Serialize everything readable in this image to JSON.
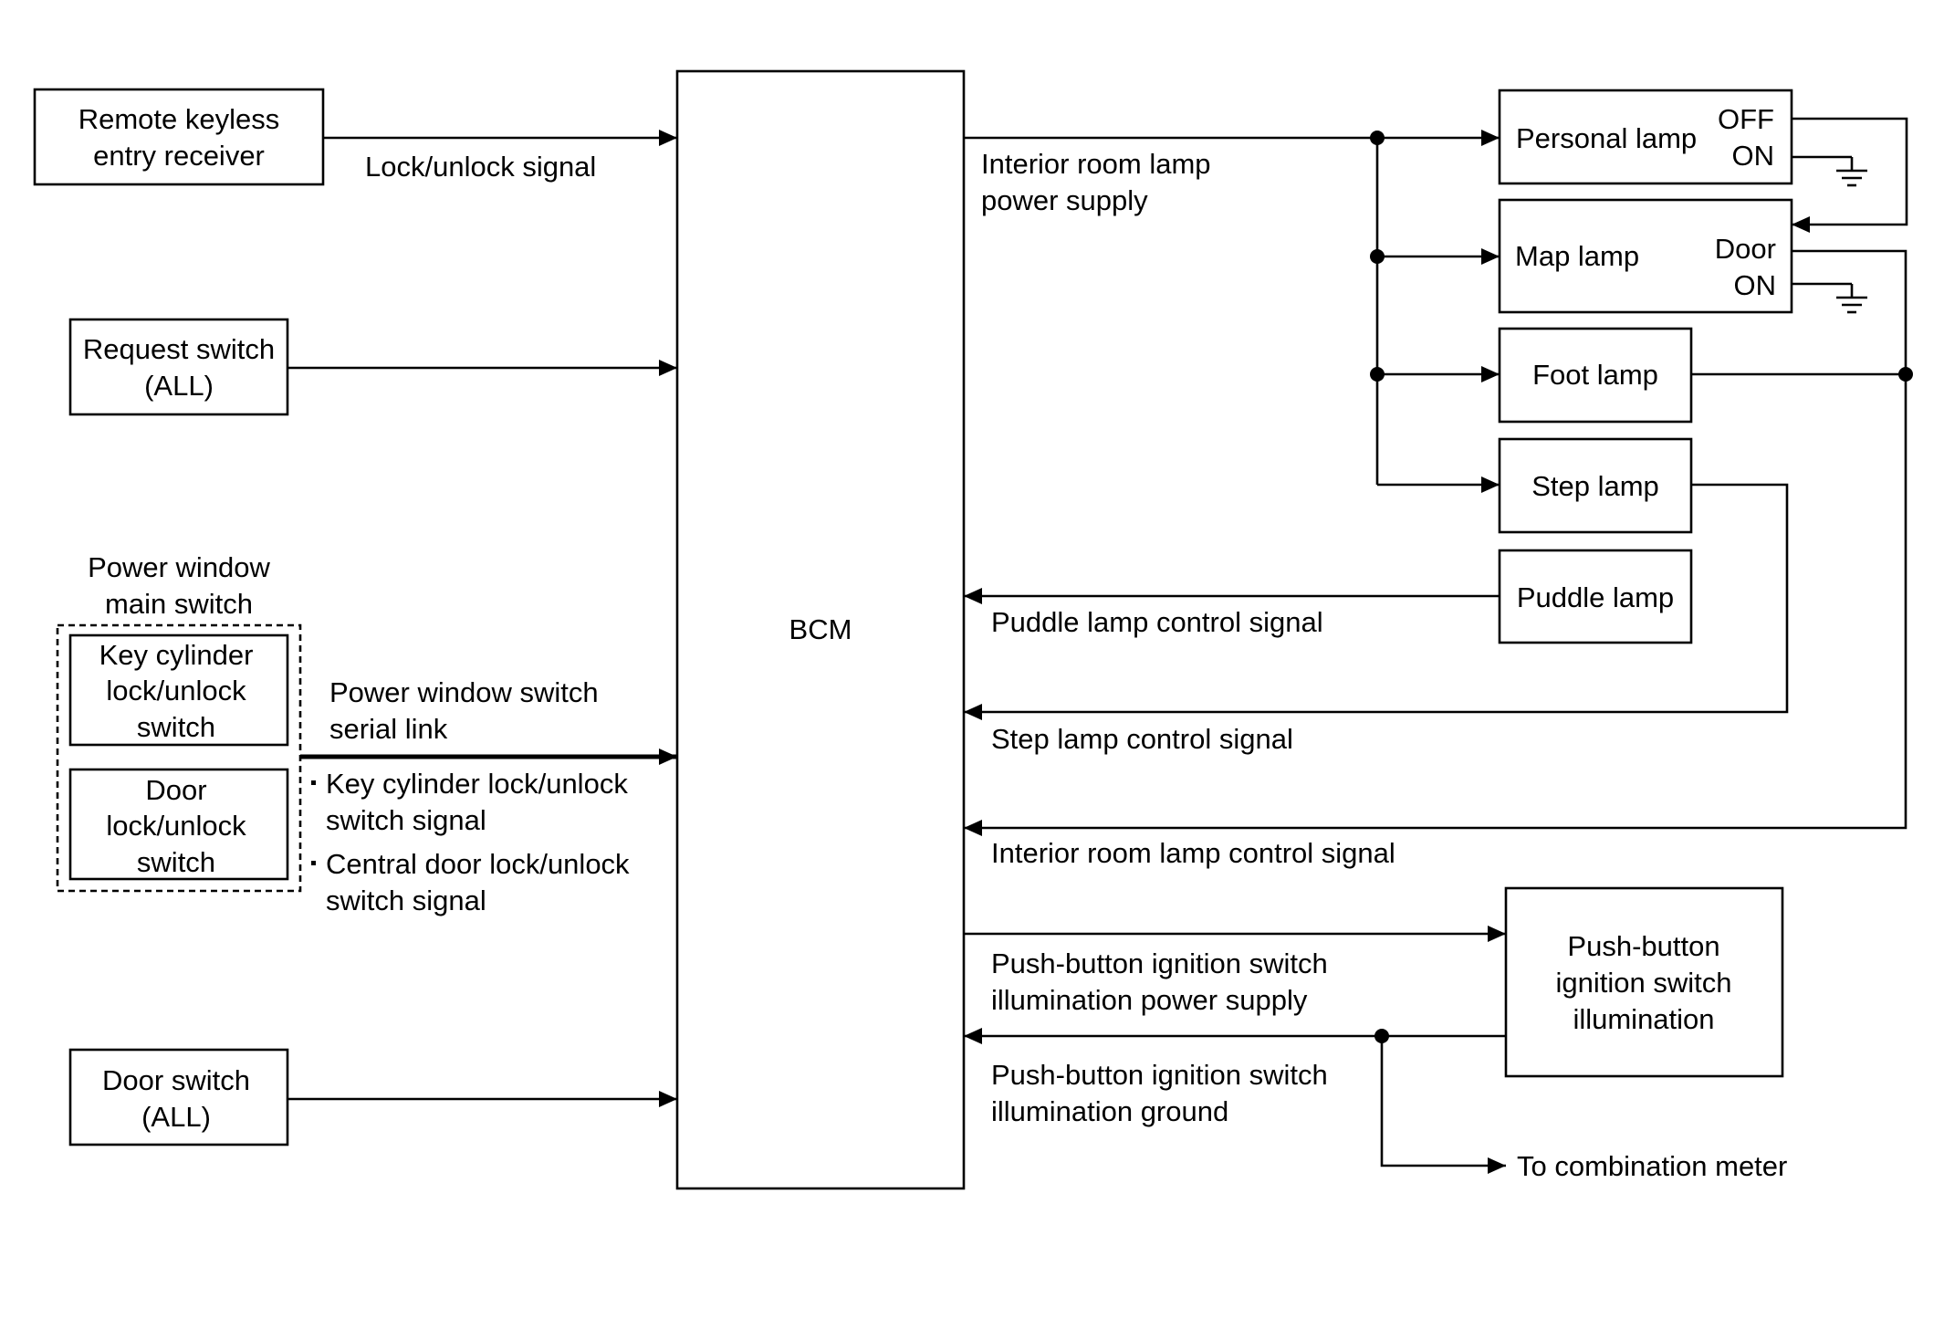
{
  "diagram": {
    "bcm": "BCM",
    "inputs": {
      "remote_keyless": [
        "Remote keyless",
        "entry receiver"
      ],
      "lock_unlock_signal": "Lock/unlock signal",
      "request_switch": [
        "Request switch",
        "(ALL)"
      ],
      "power_window_title": [
        "Power window",
        "main switch"
      ],
      "key_cylinder": [
        "Key cylinder",
        "lock/unlock",
        "switch"
      ],
      "door_lock": [
        "Door",
        "lock/unlock",
        "switch"
      ],
      "serial_link": [
        "Power window switch",
        "serial link"
      ],
      "bullet_1": [
        "Key cylinder lock/unlock",
        "switch signal"
      ],
      "bullet_2": [
        "Central door lock/unlock",
        "switch signal"
      ],
      "door_switch": [
        "Door switch",
        "(ALL)"
      ]
    },
    "outputs": {
      "interior_power": [
        "Interior room lamp",
        "power supply"
      ],
      "personal_lamp": "Personal lamp",
      "personal_off": "OFF",
      "personal_on": "ON",
      "map_lamp": "Map lamp",
      "map_door": "Door",
      "map_on": "ON",
      "foot_lamp": "Foot lamp",
      "step_lamp": "Step lamp",
      "puddle_lamp": "Puddle lamp",
      "puddle_signal": "Puddle lamp control signal",
      "step_signal": "Step lamp control signal",
      "interior_signal": "Interior room lamp control signal",
      "illum_power": [
        "Push-button ignition switch",
        "illumination power supply"
      ],
      "illum_ground": [
        "Push-button ignition switch",
        "illumination ground"
      ],
      "illum_box": [
        "Push-button",
        "ignition switch",
        "illumination"
      ],
      "combination_meter": "To combination meter"
    }
  }
}
